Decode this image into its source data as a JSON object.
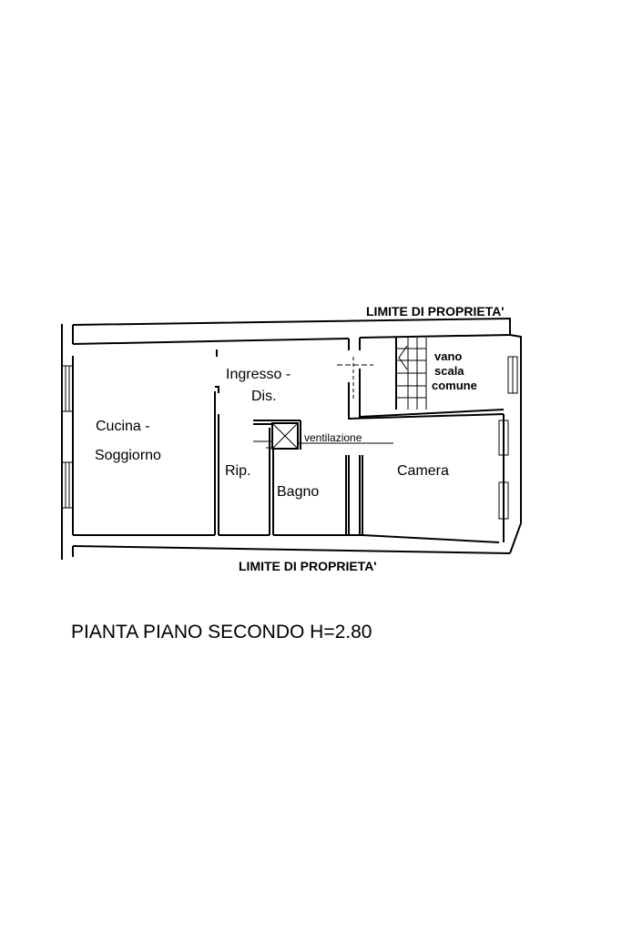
{
  "labels": {
    "boundary_top": "LIMITE DI PROPRIETA'",
    "boundary_bottom": "LIMITE DI PROPRIETA'",
    "title": "PIANTA PIANO SECONDO H=2.80"
  },
  "rooms": {
    "cucina_line1": "Cucina -",
    "cucina_line2": "Soggiorno",
    "ingresso_line1": "Ingresso -",
    "ingresso_line2": "Dis.",
    "ripostiglio": "Rip.",
    "bagno": "Bagno",
    "camera": "Camera",
    "vano_line1": "vano",
    "vano_line2": "scala",
    "vano_line3": "comune",
    "ventilazione": "ventilazione"
  }
}
